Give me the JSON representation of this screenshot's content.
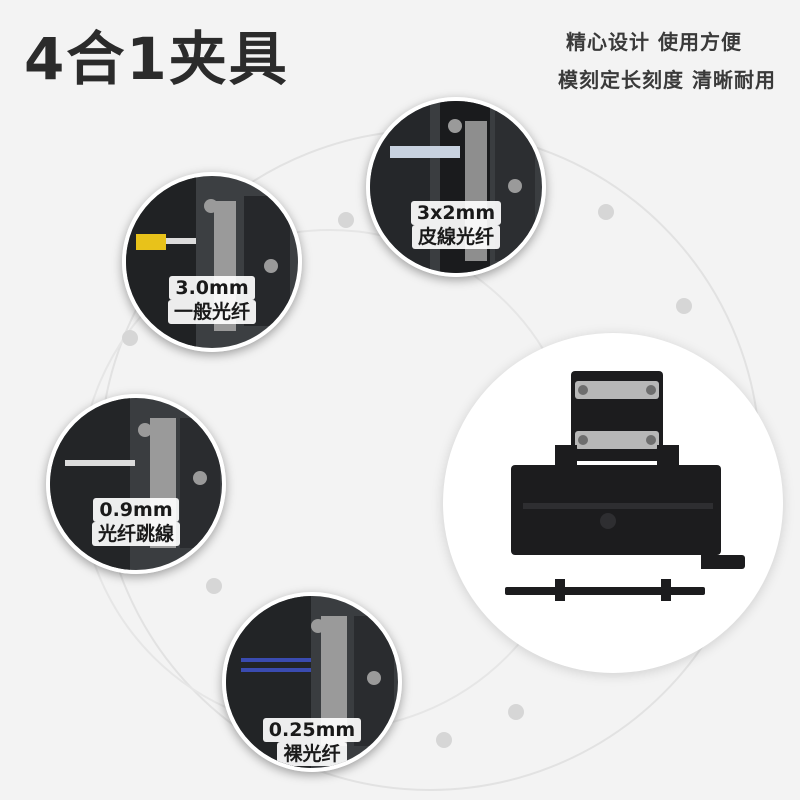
{
  "header": {
    "title": "4合1夹具",
    "tagline_1": "精心设计 使用方便",
    "tagline_2": "模刻定长刻度 清晰耐用"
  },
  "bubbles": [
    {
      "size_label": "3x2mm",
      "type_label": "皮線光纤",
      "fiber_color": "#c8d2e0"
    },
    {
      "size_label": "3.0mm",
      "type_label": "一般光纤",
      "fiber_color": "#e8c21a"
    },
    {
      "size_label": "0.9mm",
      "type_label": "光纤跳線",
      "fiber_color": "#dcdcdc"
    },
    {
      "size_label": "0.25mm",
      "type_label": "裸光纤",
      "fiber_color": "#3a4bb0"
    }
  ],
  "colors": {
    "background": "#f3f3f3",
    "title": "#2b2b2b",
    "fixture_dark": "#1c1c1e",
    "metal": "#b7b7b7"
  }
}
